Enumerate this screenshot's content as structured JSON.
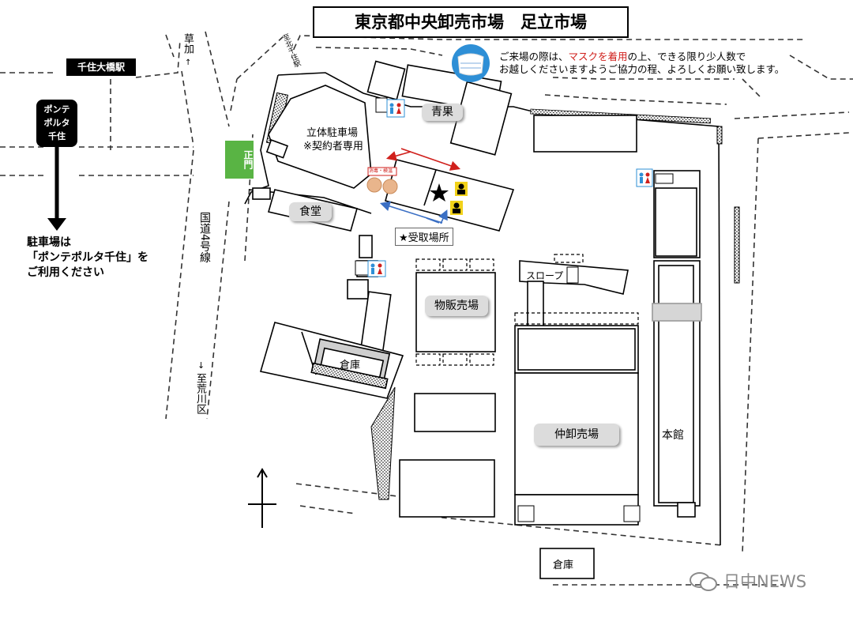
{
  "title": "東京都中央卸売市場　足立市場",
  "notice": {
    "line1_before": "ご来場の際は、",
    "line1_highlight": "マスクを着用",
    "line1_after": "の上、できる限り少人数で",
    "line2": "お越しくださいますようご協力の程、よろしくお願い致します。",
    "highlight_color": "#d0201c"
  },
  "stations": {
    "senju_ohashi": "千住大橋駅",
    "pontepolta": "ポンテ\nポルタ\n千住"
  },
  "parking_note": "駐車場は\n「ポンテポルタ千住」を\nご利用ください",
  "roads": {
    "to_souka": "草加",
    "to_kitasenju": "至北千住駅",
    "route4": "国道4号線",
    "to_arakawa": "至荒川区"
  },
  "gate": "正門",
  "facilities": {
    "parking_garage": "立体駐車場",
    "contract_only": "※契約者専用",
    "aomono": "青果",
    "shokudo": "食堂",
    "pickup": "★受取場所",
    "buppan": "物販売場",
    "warehouse_left": "倉庫",
    "slope": "スロープ",
    "nakaoroshi": "仲卸売場",
    "honkan": "本館",
    "warehouse_bottom": "倉庫",
    "disinfect": "消毒・検温",
    "wc": "WC"
  },
  "watermark": "日中NEWS",
  "colors": {
    "gate_green": "#59b444",
    "arrow_red": "#d0201c",
    "arrow_blue": "#3a6fc4",
    "staff_yellow": "#f2d21a",
    "mask_blue": "#2e8fd6"
  }
}
